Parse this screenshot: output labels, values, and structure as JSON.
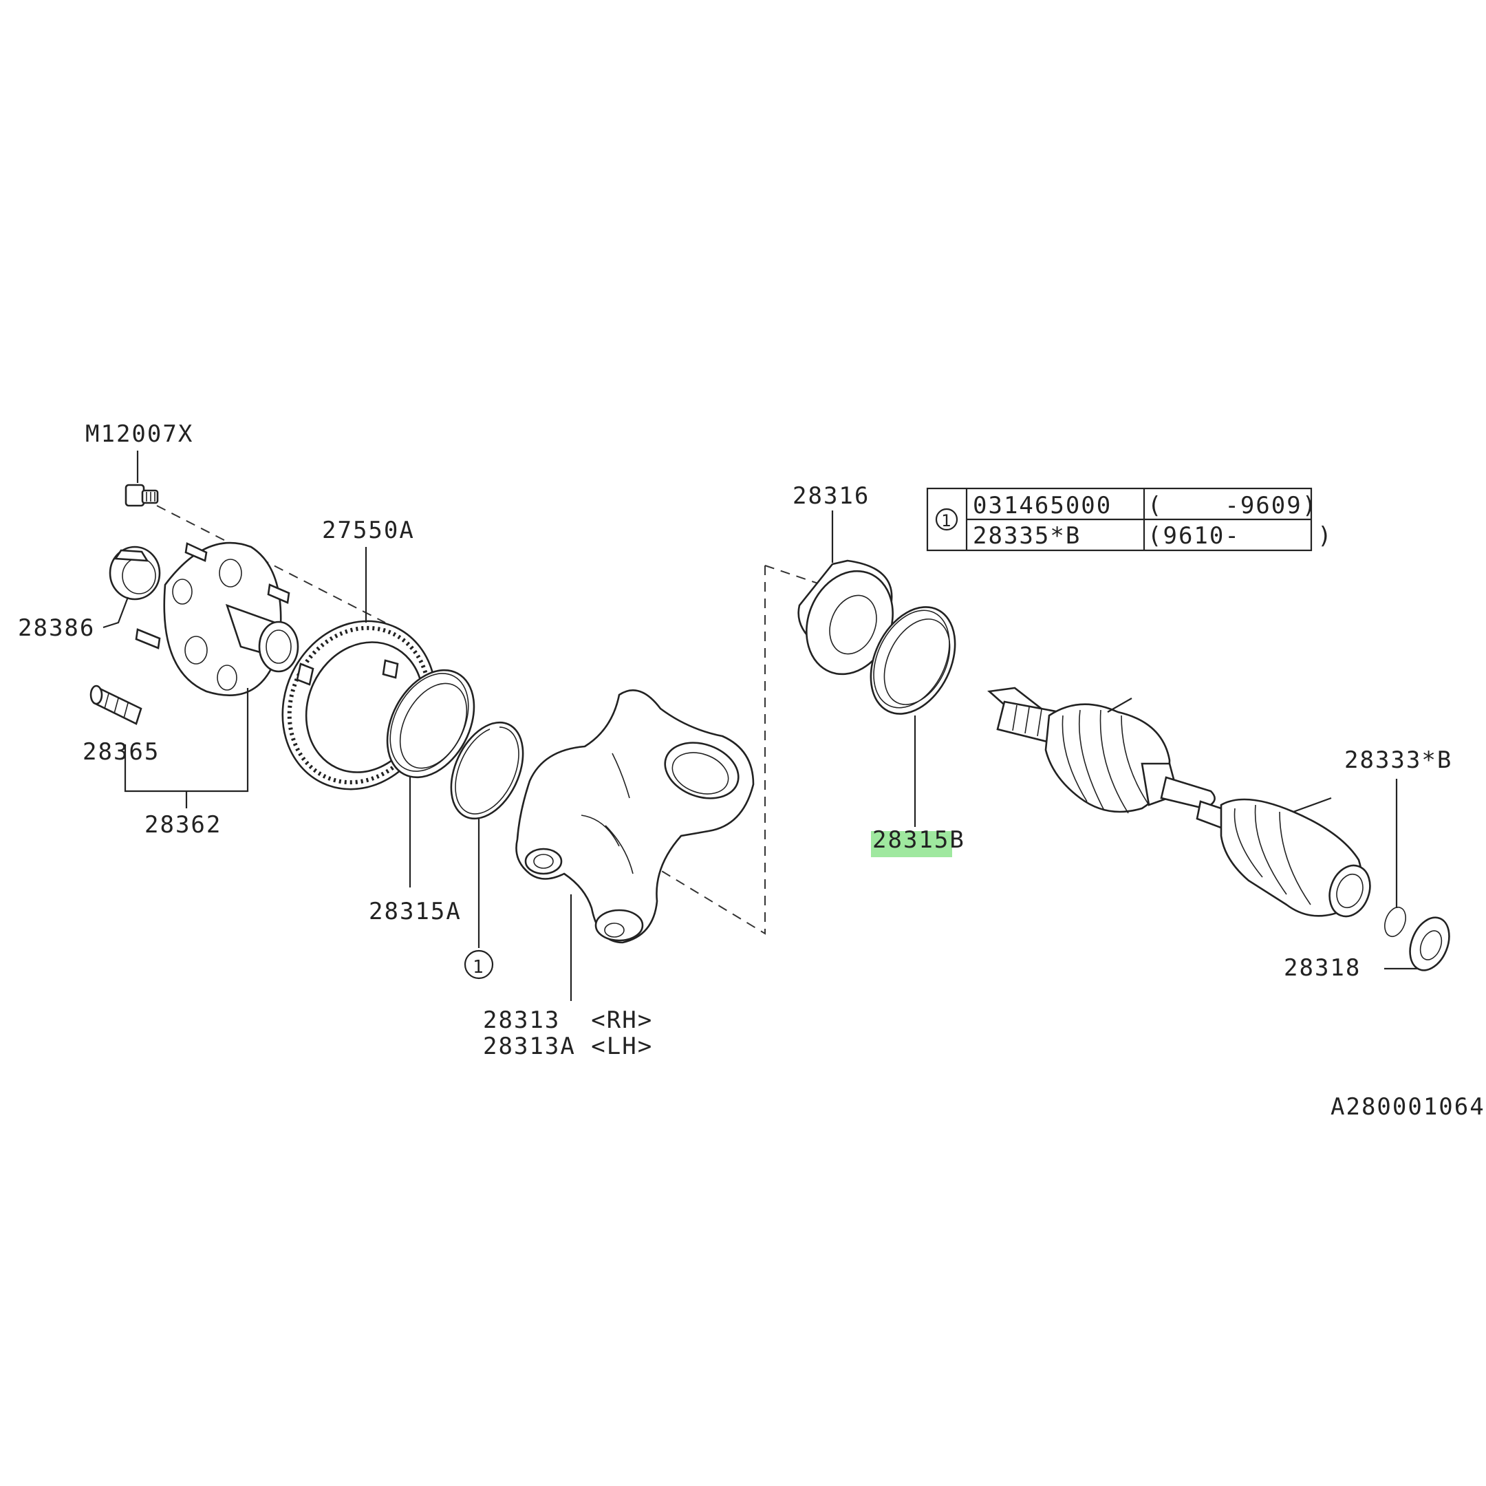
{
  "labels": {
    "m12007x": "M12007X",
    "p28386": "28386",
    "p28365": "28365",
    "p28362": "28362",
    "p27550a": "27550A",
    "p28315a": "28315A",
    "circle_one_bottom": "1",
    "p28313_line1": "28313  <RH>",
    "p28313_line2": "28313A <LH>",
    "p28316": "28316",
    "p28315b": "28315B",
    "p28333b": "28333*B",
    "p28318": "28318",
    "diagram_id": "A280001064"
  },
  "table": {
    "index": "1",
    "rows": [
      {
        "part": "031465000",
        "range": "(    -9609)"
      },
      {
        "part": "28335*B",
        "range": "(9610-     )"
      }
    ]
  },
  "highlight": {
    "target": "28315",
    "color": "#7fe07f"
  },
  "colors": {
    "line": "#222222",
    "background": "#ffffff"
  }
}
